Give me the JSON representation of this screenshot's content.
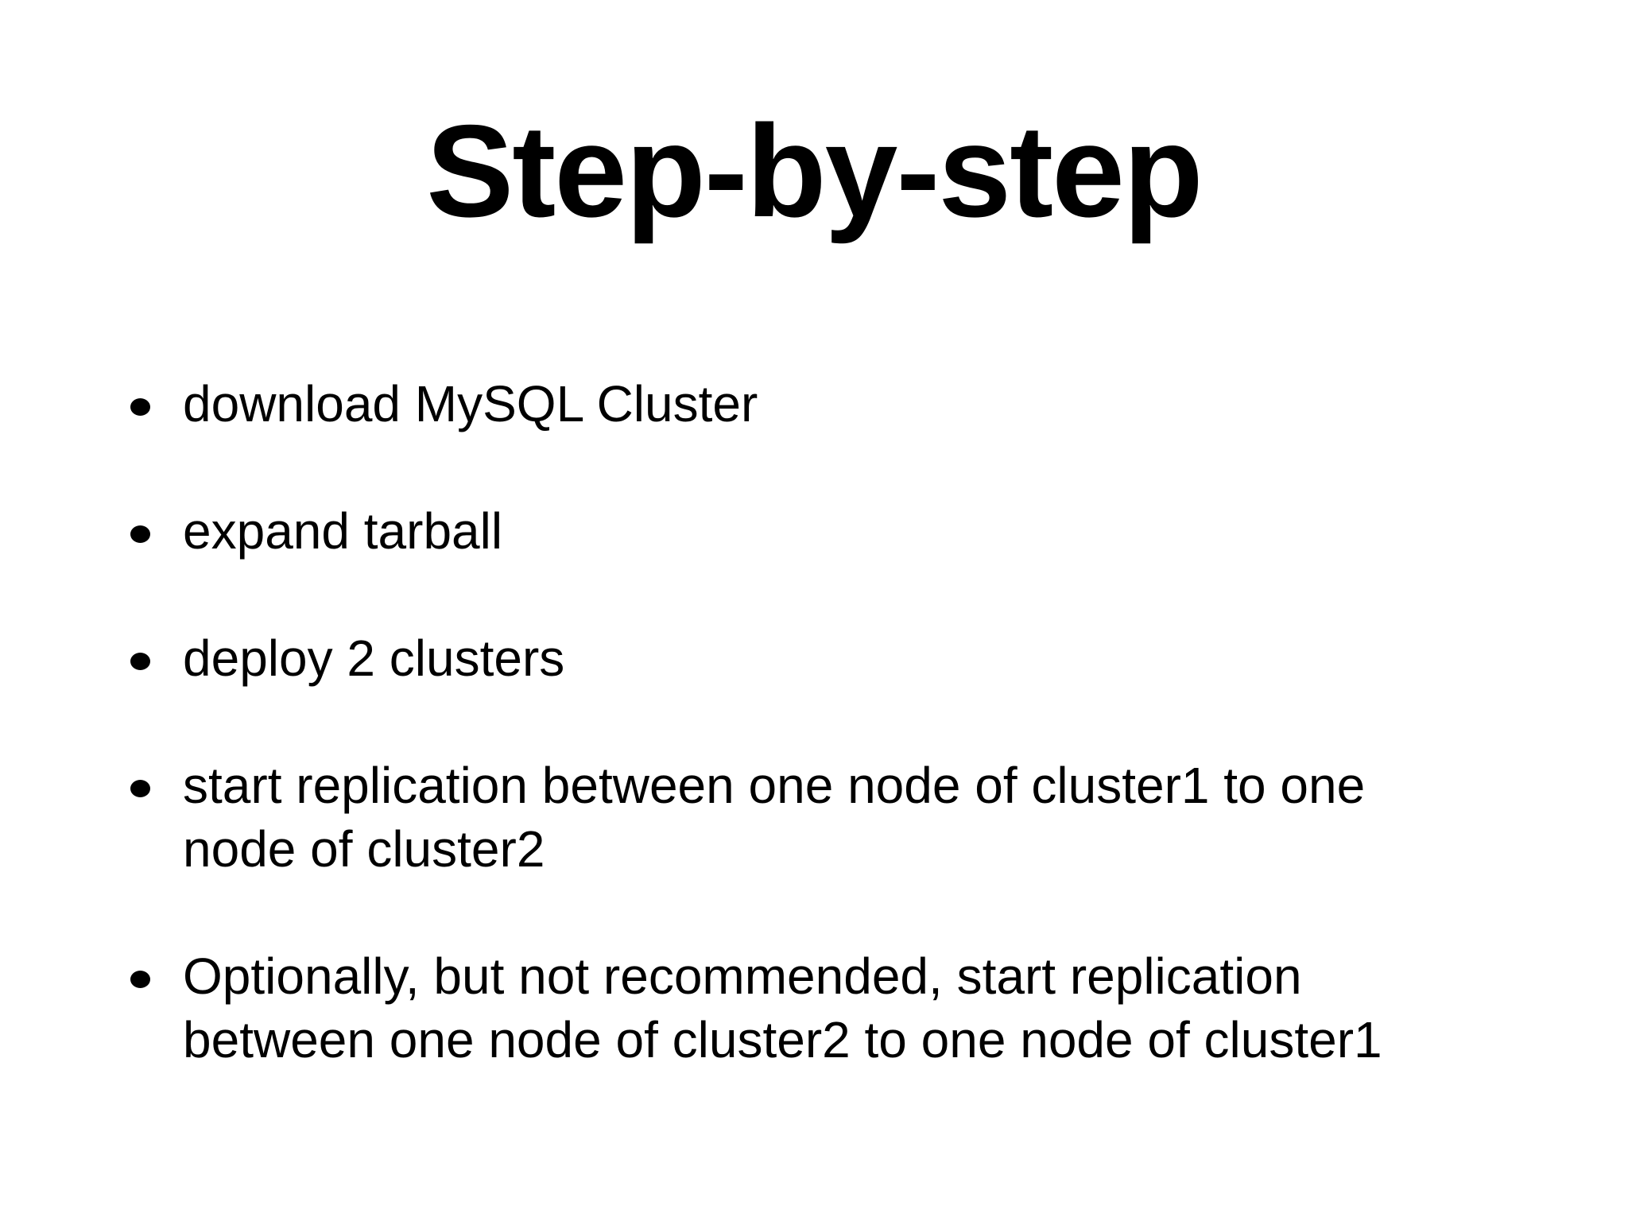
{
  "slide": {
    "title": "Step-by-step",
    "bullets": [
      {
        "lines": [
          "download MySQL Cluster"
        ]
      },
      {
        "lines": [
          "expand tarball"
        ]
      },
      {
        "lines": [
          "deploy 2 clusters"
        ]
      },
      {
        "lines": [
          "start replication between one node of cluster1 to one",
          "node of cluster2"
        ]
      },
      {
        "lines": [
          "Optionally, but not recommended, start replication",
          "between one node of cluster2 to one node of cluster1"
        ]
      }
    ]
  },
  "colors": {
    "background": "#ffffff",
    "text": "#000000"
  }
}
